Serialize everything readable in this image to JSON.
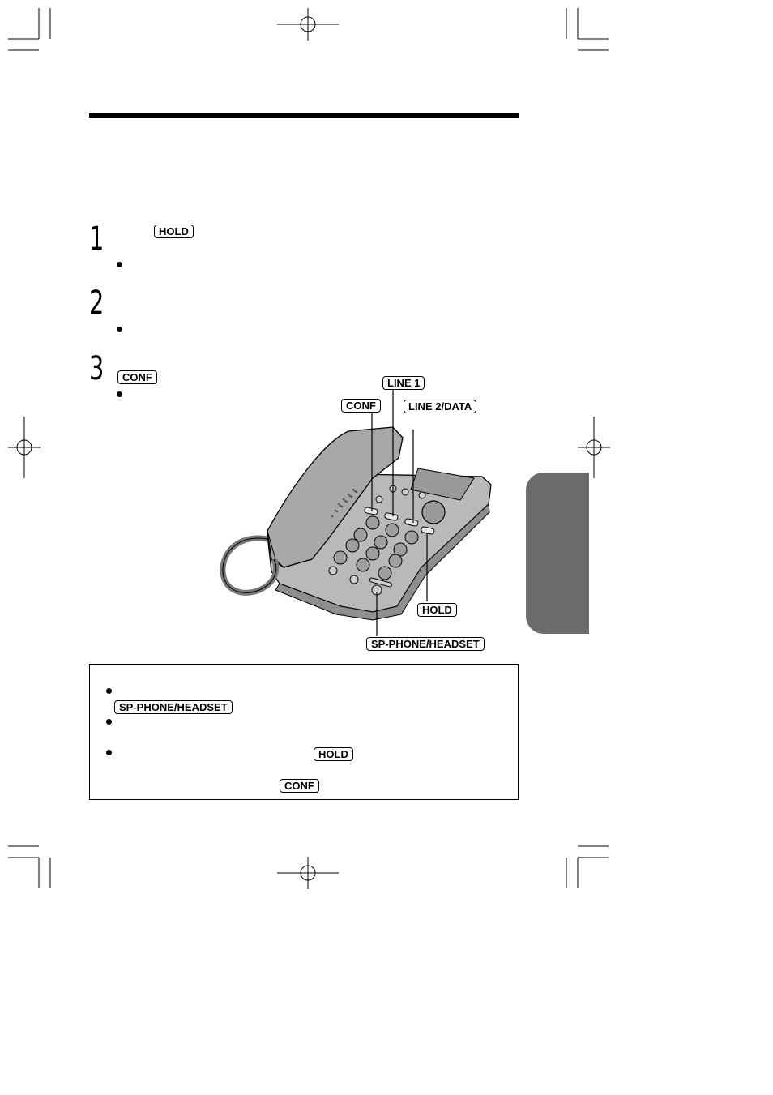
{
  "steps": [
    {
      "number": "1",
      "key": "HOLD"
    },
    {
      "number": "2"
    },
    {
      "number": "3",
      "key": "CONF"
    }
  ],
  "callouts": {
    "line1": "LINE 1",
    "conf": "CONF",
    "line2": "LINE 2/DATA",
    "hold": "HOLD",
    "spphone": "SP-PHONE/HEADSET"
  },
  "note": {
    "key_spphone": "SP-PHONE/HEADSET",
    "key_hold": "HOLD",
    "key_conf": "CONF"
  },
  "side_tab_color": "#6b6b6b"
}
